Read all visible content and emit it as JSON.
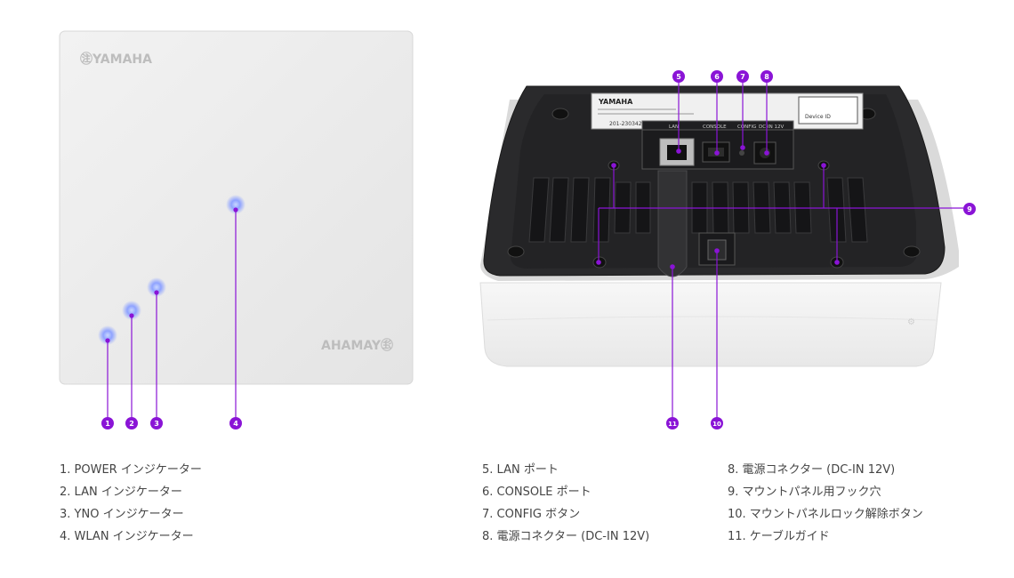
{
  "front_panel": {
    "logo_top": "㊟YAMAHA",
    "logo_bottom_mirrored": "㊟YAMAHA"
  },
  "rear_panel": {
    "label_brand": "YAMAHA",
    "label_device_id": "Device ID",
    "label_cert_no": "201-230342",
    "port_labels": [
      "LAN",
      "CONSOLE",
      "CONFIG",
      "DC-IN 12V"
    ]
  },
  "callouts": [
    {
      "n": "1"
    },
    {
      "n": "2"
    },
    {
      "n": "3"
    },
    {
      "n": "4"
    },
    {
      "n": "5"
    },
    {
      "n": "6"
    },
    {
      "n": "7"
    },
    {
      "n": "8"
    },
    {
      "n": "9"
    },
    {
      "n": "10"
    },
    {
      "n": "11"
    }
  ],
  "legend": {
    "front": [
      "1. POWER インジケーター",
      "2. LAN インジケーター",
      "3. YNO インジケーター",
      "4. WLAN インジケーター"
    ],
    "rear_left": [
      "5. LAN ポート",
      "6. CONSOLE ポート",
      "7. CONFIG ボタン",
      "8. 電源コネクター (DC-IN 12V)"
    ],
    "rear_right": [
      "8. 電源コネクター (DC-IN 12V)",
      "9. マウントパネル用フック穴",
      "10. マウントパネルロック解除ボタン",
      "11. ケーブルガイド"
    ]
  },
  "colors": {
    "callout": "#8a14d6",
    "led": "#8fa8ff",
    "panel_white": "#ededed",
    "rear_black": "#2a2a2c"
  }
}
